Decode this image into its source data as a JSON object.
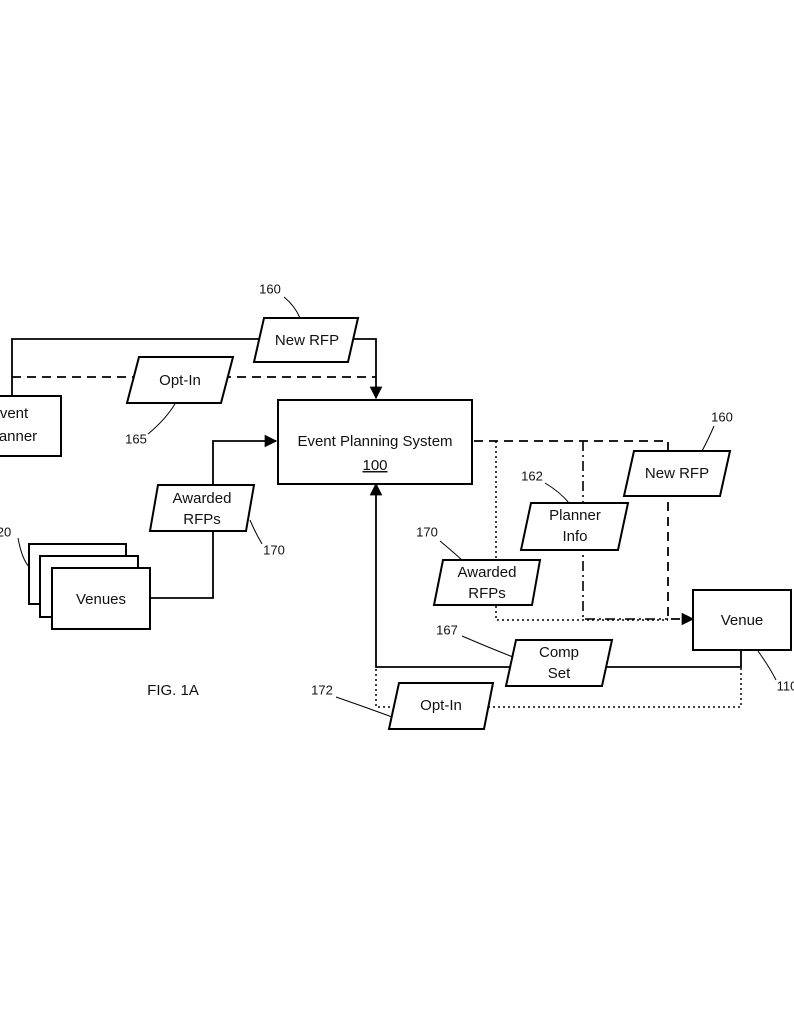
{
  "figure": {
    "caption": "FIG. 1A",
    "system": {
      "label": "Event Planning System",
      "ref": "100"
    },
    "planner": {
      "line1": "vent",
      "line2": "anner"
    },
    "venues": {
      "label": "Venues",
      "ref": "20"
    },
    "venue": {
      "label": "Venue",
      "ref": "110"
    },
    "new_rfp_top": {
      "label": "New RFP",
      "ref": "160"
    },
    "opt_in_top": {
      "label": "Opt-In",
      "ref": "165"
    },
    "awarded_left": {
      "line1": "Awarded",
      "line2": "RFPs",
      "ref": "170"
    },
    "planner_info": {
      "line1": "Planner",
      "line2": "Info",
      "ref": "162"
    },
    "new_rfp_right": {
      "label": "New RFP",
      "ref": "160"
    },
    "awarded_right": {
      "line1": "Awarded",
      "line2": "RFPs",
      "ref": "170"
    },
    "comp_set": {
      "line1": "Comp",
      "line2": "Set",
      "ref": "167"
    },
    "opt_in_bottom": {
      "label": "Opt-In",
      "ref": "172"
    }
  }
}
